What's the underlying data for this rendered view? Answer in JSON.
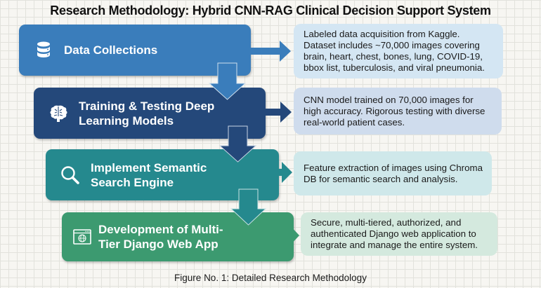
{
  "title": "Research Methodology: Hybrid CNN-RAG Clinical Decision Support System",
  "steps": [
    {
      "label": "Data Collections",
      "icon": "database-icon",
      "color": "#3a7dbb",
      "description": "Labeled data acquisition from Kaggle. Dataset includes ~70,000 images covering brain, heart, chest, bones, lung, COVID-19, bbox list, tuberculosis, and viral pneumonia."
    },
    {
      "label": "Training & Testing Deep Learning Models",
      "icon": "brain-icon",
      "color": "#24487a",
      "description": "CNN model trained on 70,000 images for high accuracy. Rigorous testing with diverse real-world patient cases."
    },
    {
      "label": "Implement Semantic Search Engine",
      "icon": "search-icon",
      "color": "#25898e",
      "description": "Feature extraction of images using Chroma DB for semantic search and analysis."
    },
    {
      "label": "Development of Multi-Tier Django Web App",
      "icon": "web-app-icon",
      "color": "#3c9a70",
      "description": "Secure, multi-tiered, authorized, and authenticated Django web application to integrate and manage the entire system."
    }
  ],
  "caption": "Figure No. 1: Detailed Research Methodology"
}
